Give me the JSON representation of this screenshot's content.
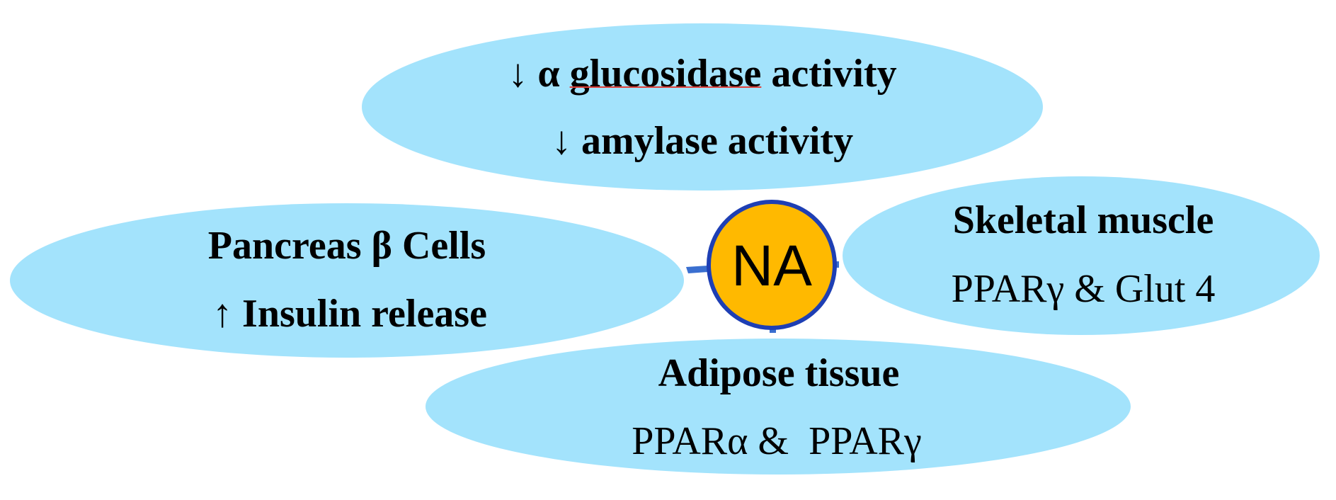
{
  "colors": {
    "ellipse_fill": "#a3e3fc",
    "center_fill": "#ffb900",
    "center_stroke": "#1e3fb4",
    "connector": "#3a6fd0",
    "spellcheck_underline": "#e0403a"
  },
  "center": {
    "label": "NA"
  },
  "nodes": {
    "digestive_enzymes": {
      "line1_arrow": "↓",
      "line1_alpha": "α",
      "line1_word": "glucosidase",
      "line1_rest": "activity",
      "line2": "↓ amylase activity"
    },
    "pancreas": {
      "title": "Pancreas β Cells",
      "effect": "↑ Insulin release"
    },
    "skeletal_muscle": {
      "title": "Skeletal muscle",
      "targets": "PPARγ & Glut 4"
    },
    "adipose": {
      "title": "Adipose tissue",
      "targets": "PPARα &  PPARγ"
    }
  }
}
